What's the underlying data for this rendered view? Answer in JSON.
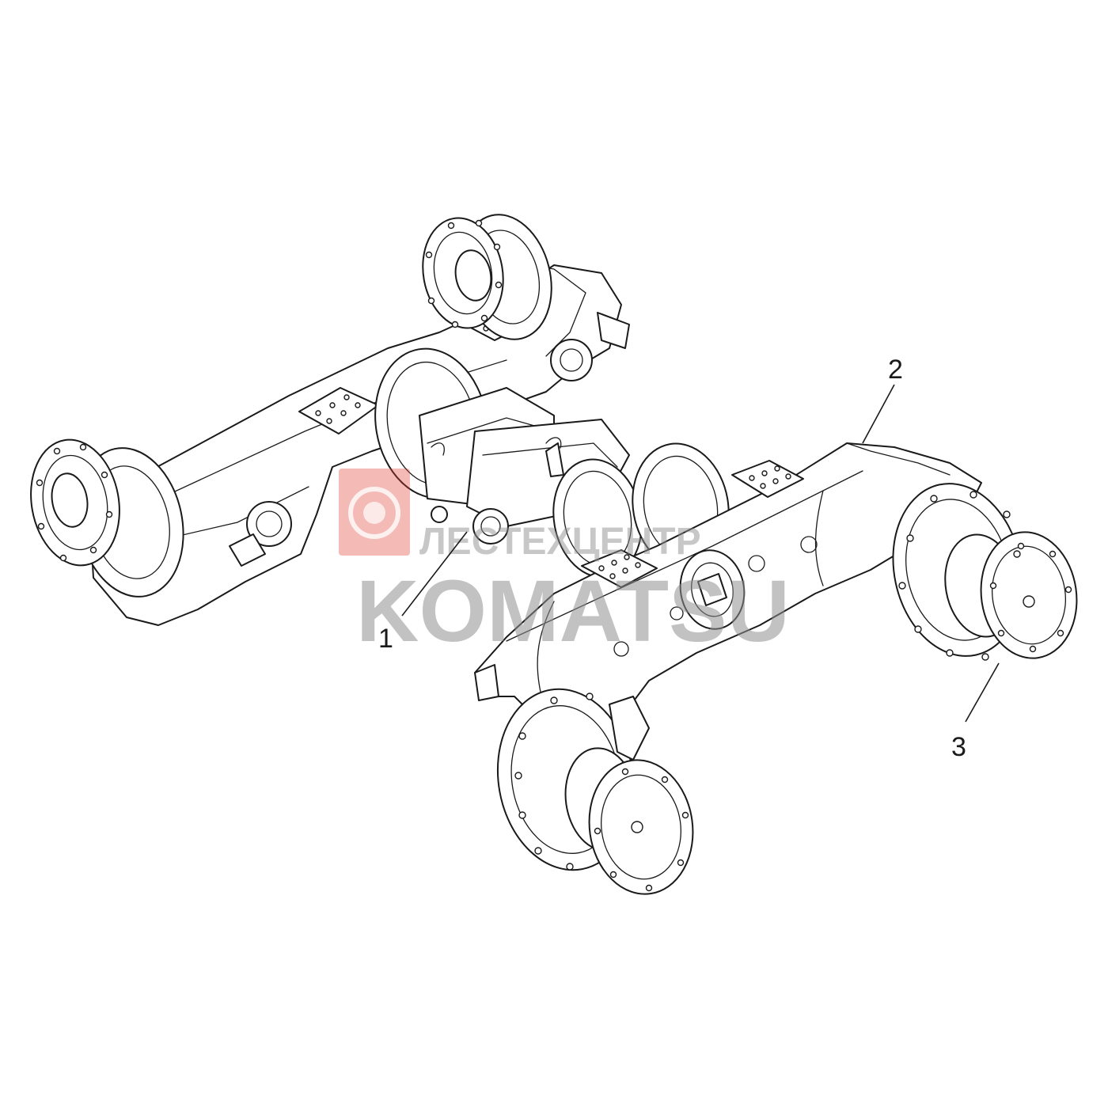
{
  "callouts": [
    {
      "id": "1",
      "label": "1"
    },
    {
      "id": "2",
      "label": "2"
    },
    {
      "id": "3",
      "label": "3"
    }
  ],
  "watermark": {
    "brand": "KOMATSU",
    "subtitle": "ЛЕСТЕХЦЕНТР",
    "color": "#8f8f8f",
    "logo_color": "#e03a2f"
  }
}
